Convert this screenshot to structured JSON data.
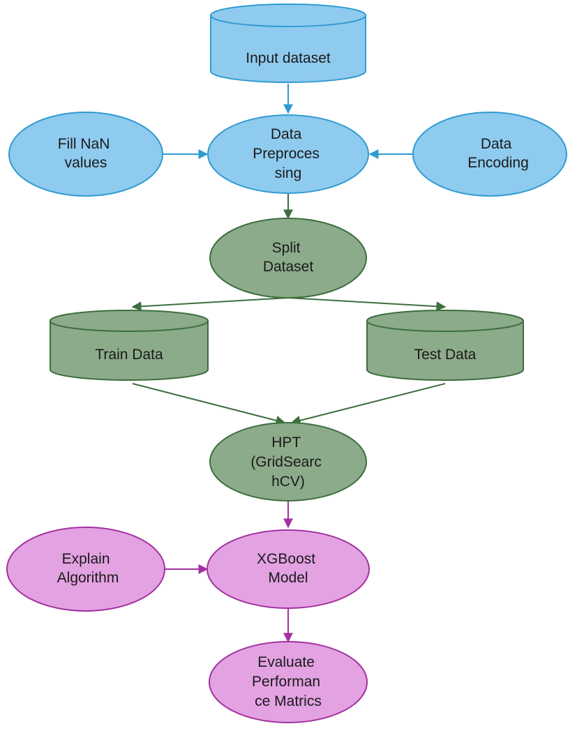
{
  "colors": {
    "blue_fill": "#8fcbef",
    "blue_stroke": "#2f9bd1",
    "green_fill": "#8cab8a",
    "green_stroke": "#3c6e3e",
    "magenta_fill": "#e3a2e2",
    "magenta_stroke": "#a2319f",
    "text": "#1a1a1a"
  },
  "nodes": {
    "input_dataset": {
      "lines": [
        "Input dataset"
      ],
      "shape": "cylinder"
    },
    "fill_nan": {
      "lines": [
        "Fill NaN",
        "values"
      ],
      "shape": "ellipse"
    },
    "data_preprocessing": {
      "lines": [
        "Data",
        "Preproces",
        "sing"
      ],
      "shape": "ellipse"
    },
    "data_encoding": {
      "lines": [
        "Data",
        "Encoding"
      ],
      "shape": "ellipse"
    },
    "split_dataset": {
      "lines": [
        "Split",
        "Dataset"
      ],
      "shape": "ellipse"
    },
    "train_data": {
      "lines": [
        "Train Data"
      ],
      "shape": "cylinder"
    },
    "test_data": {
      "lines": [
        "Test Data"
      ],
      "shape": "cylinder"
    },
    "hpt": {
      "lines": [
        "HPT",
        "(GridSearc",
        "hCV)"
      ],
      "shape": "ellipse"
    },
    "explain_algorithm": {
      "lines": [
        "Explain",
        "Algorithm"
      ],
      "shape": "ellipse"
    },
    "xgboost_model": {
      "lines": [
        "XGBoost",
        "Model"
      ],
      "shape": "ellipse"
    },
    "evaluate_performance": {
      "lines": [
        "Evaluate",
        "Performan",
        "ce Matrics"
      ],
      "shape": "ellipse"
    }
  },
  "edges": [
    {
      "from": "input_dataset",
      "to": "data_preprocessing",
      "color": "blue"
    },
    {
      "from": "fill_nan",
      "to": "data_preprocessing",
      "color": "blue"
    },
    {
      "from": "data_encoding",
      "to": "data_preprocessing",
      "color": "blue"
    },
    {
      "from": "data_preprocessing",
      "to": "split_dataset",
      "color": "green"
    },
    {
      "from": "split_dataset",
      "to": "train_data",
      "color": "green"
    },
    {
      "from": "split_dataset",
      "to": "test_data",
      "color": "green"
    },
    {
      "from": "train_data",
      "to": "hpt",
      "color": "green"
    },
    {
      "from": "test_data",
      "to": "hpt",
      "color": "green"
    },
    {
      "from": "hpt",
      "to": "xgboost_model",
      "color": "magenta"
    },
    {
      "from": "explain_algorithm",
      "to": "xgboost_model",
      "color": "magenta"
    },
    {
      "from": "xgboost_model",
      "to": "evaluate_performance",
      "color": "magenta"
    }
  ]
}
